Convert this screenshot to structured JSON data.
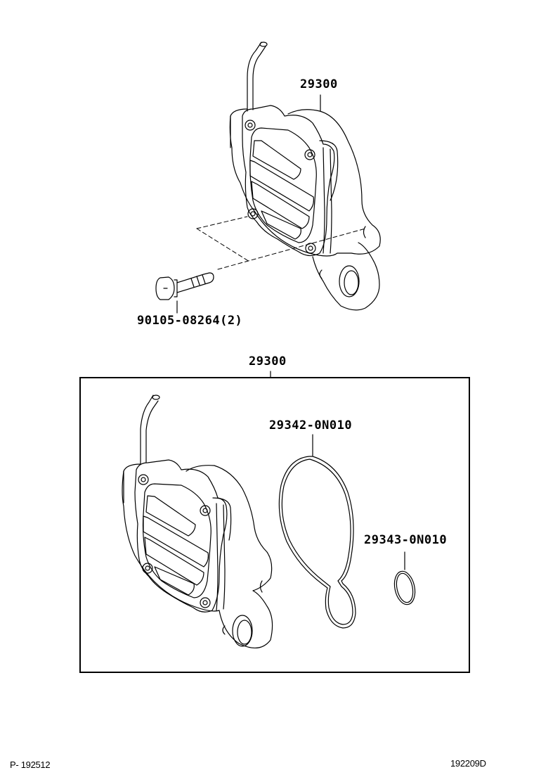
{
  "diagram": {
    "type": "parts-exploded-view",
    "top_assembly": {
      "part_number": "29300",
      "bolt": {
        "part_number": "90105-08264",
        "quantity": "(2)",
        "label": "90105-08264(2)"
      }
    },
    "kit": {
      "part_number": "29300",
      "components": [
        {
          "name": "vacuum-pump",
          "part_number": ""
        },
        {
          "name": "gasket-large-o-ring",
          "part_number": "29342-0N010"
        },
        {
          "name": "small-o-ring",
          "part_number": "29343-0N010"
        }
      ]
    },
    "footer": {
      "left_code": "P- 192512",
      "right_code": "192209D"
    }
  }
}
